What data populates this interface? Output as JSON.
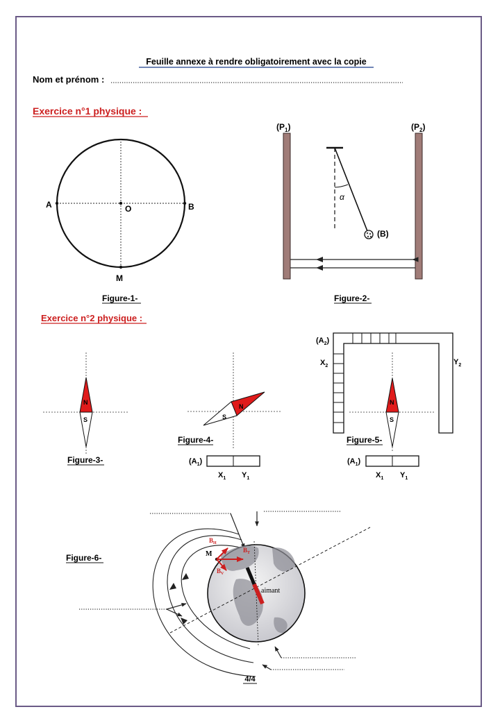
{
  "header": {
    "title": "Feuille annexe à rendre obligatoirement avec la copie",
    "name_label": "Nom et prénom :"
  },
  "exercise1": {
    "heading": "Exercice n°1 physique :",
    "fig1": {
      "label_A": "A",
      "label_O": "O",
      "label_B": "B",
      "label_M": "M",
      "caption": "Figure-1-"
    },
    "fig2": {
      "label_P1": "(P",
      "sub_1": "1",
      "label_P2": "(P",
      "sub_2": "2",
      "close": ")",
      "alpha": "α",
      "label_B": "(B)",
      "caption": "Figure-2-"
    }
  },
  "exercise2": {
    "heading": "Exercice n°2 physique :",
    "fig3": {
      "north": "N",
      "south": "S",
      "caption": "Figure-3-"
    },
    "fig4": {
      "north": "N",
      "south": "S",
      "caption": "Figure-4-",
      "A1": "(A",
      "A1_sub": "1",
      "X1": "X",
      "Y1": "Y",
      "sub1": "1"
    },
    "fig5": {
      "north": "N",
      "south": "S",
      "caption": "Figure-5-",
      "A1": "(A",
      "A1_sub": "1",
      "A2": "(A",
      "A2_sub": "2",
      "X2": "X",
      "Y2": "Y",
      "sub2": "2",
      "X1": "X",
      "Y1": "Y",
      "sub1": "1"
    },
    "fig6": {
      "caption": "Figure-6-",
      "M": "M",
      "BH": "B",
      "BH_sub": "H",
      "BT": "B",
      "BT_sub": "T",
      "BV": "B",
      "BV_sub": "V",
      "magnet": "aimant"
    }
  },
  "footer": {
    "page": "4/4"
  },
  "colors": {
    "accent_red": "#cc1f1f",
    "border": "#6a5a86",
    "pole_plate": "#a07c78"
  }
}
